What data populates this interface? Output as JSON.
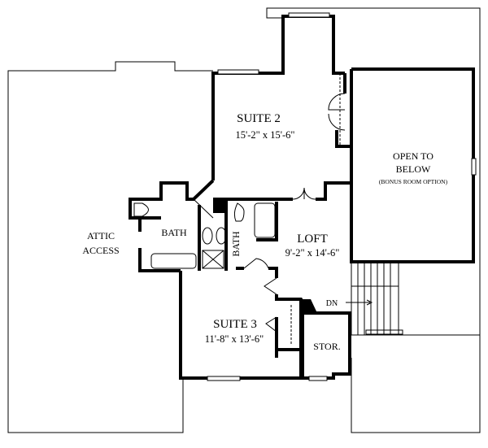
{
  "rooms": {
    "suite2": {
      "name": "SUITE 2",
      "size": "15'-2\" x 15'-6\""
    },
    "open_below": {
      "line1": "OPEN TO",
      "line2": "BELOW",
      "note": "(BONUS ROOM OPTION)"
    },
    "attic": {
      "line1": "ATTIC",
      "line2": "ACCESS"
    },
    "bath1": {
      "name": "BATH"
    },
    "bath2": {
      "name": "BATH"
    },
    "loft": {
      "name": "LOFT",
      "size": "9'-2\" x 14'-6\""
    },
    "suite3": {
      "name": "SUITE 3",
      "size": "11'-8\" x 13'-6\""
    },
    "storage": {
      "name": "STOR."
    },
    "stairs": {
      "label": "DN"
    }
  },
  "colors": {
    "wall": "#000000",
    "background": "#ffffff"
  }
}
